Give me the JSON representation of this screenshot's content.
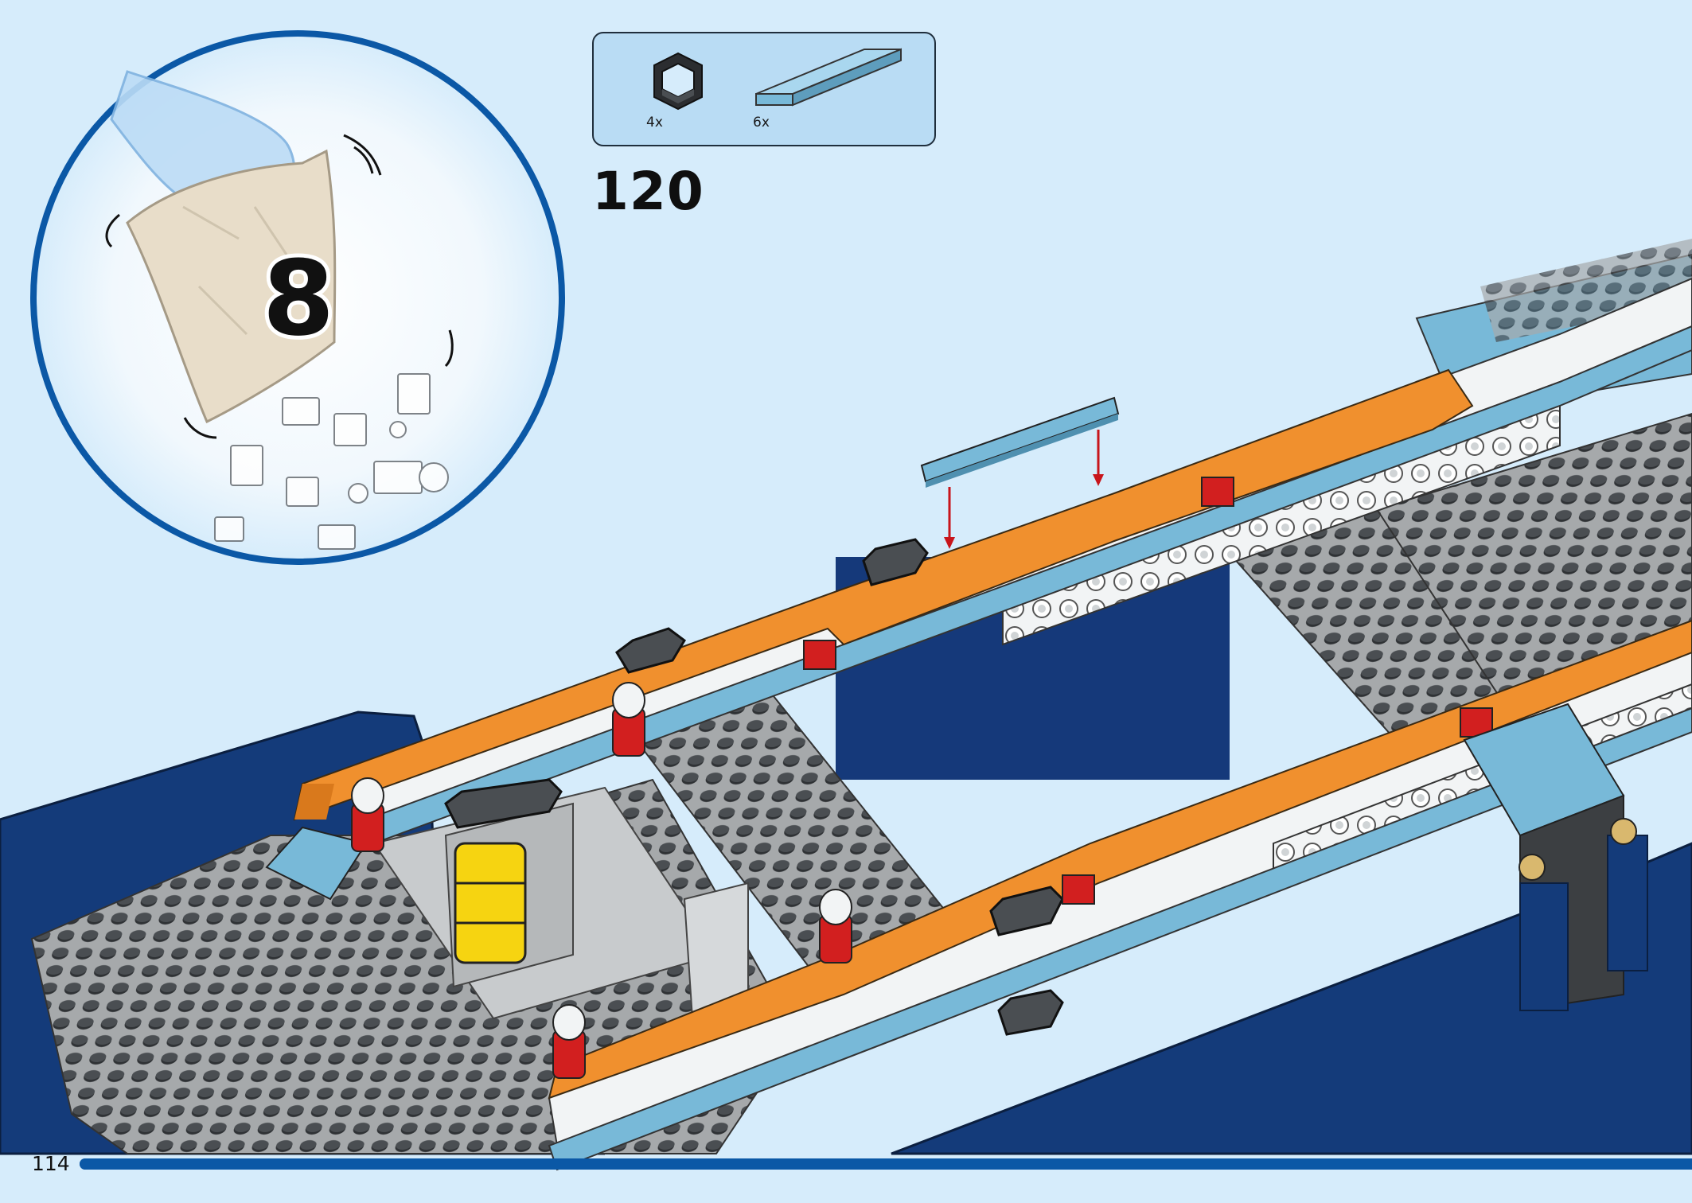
{
  "bag_callout": {
    "bag_number": "8"
  },
  "parts_list": [
    {
      "name": "dark-stone-grey-handle-plate",
      "qty": "4x"
    },
    {
      "name": "medium-azure-tile-1x6",
      "qty": "6x"
    }
  ],
  "step": {
    "number": "120"
  },
  "page": {
    "number": "114",
    "progress": 1.0
  },
  "colors": {
    "background": "#d6ecfb",
    "hull_blue": "#143b7a",
    "deck_grey": "#a0a3a5",
    "stud_grey": "#3c3f42",
    "orange": "#f0902e",
    "azure": "#78b9d8",
    "white": "#f2f4f5",
    "red": "#d21f1f",
    "yellow": "#f6d411",
    "callout_border": "#0b58a6"
  }
}
